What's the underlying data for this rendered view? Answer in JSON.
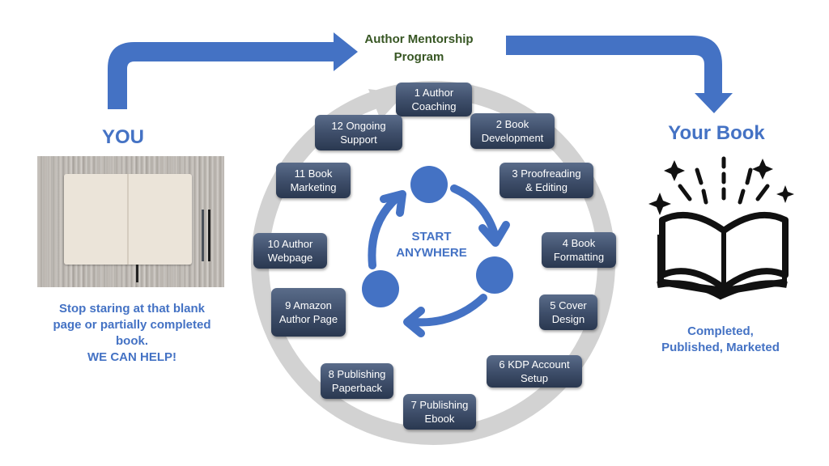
{
  "header": {
    "program_title_line1": "Author Mentorship",
    "program_title_line2": "Program"
  },
  "left": {
    "heading": "YOU",
    "image_icon": "open-blank-notebook-photo",
    "caption_line1": "Stop staring at that blank",
    "caption_line2": "page or partially completed",
    "caption_line3": "book.",
    "caption_line4": "WE CAN HELP!"
  },
  "center": {
    "start_line1": "START",
    "start_line2": "ANYWHERE",
    "steps": [
      {
        "label": "1 Author\nCoaching"
      },
      {
        "label": "2 Book\nDevelopment"
      },
      {
        "label": "3 Proofreading\n& Editing"
      },
      {
        "label": "4 Book\nFormatting"
      },
      {
        "label": "5 Cover\nDesign"
      },
      {
        "label": "6 KDP Account\nSetup"
      },
      {
        "label": "7 Publishing\nEbook"
      },
      {
        "label": "8 Publishing\nPaperback"
      },
      {
        "label": "9 Amazon\nAuthor Page"
      },
      {
        "label": "10 Author\nWebpage"
      },
      {
        "label": "11 Book\nMarketing"
      },
      {
        "label": "12 Ongoing\nSupport"
      }
    ]
  },
  "right": {
    "heading": "Your Book",
    "image_icon": "open-book-sparkle-icon",
    "caption_line1": "Completed,",
    "caption_line2": "Published, Marketed"
  },
  "colors": {
    "accent_blue": "#4472c4",
    "title_green": "#375623",
    "step_box": "#3f4f6b",
    "ring_gray": "#d0d0d0"
  }
}
